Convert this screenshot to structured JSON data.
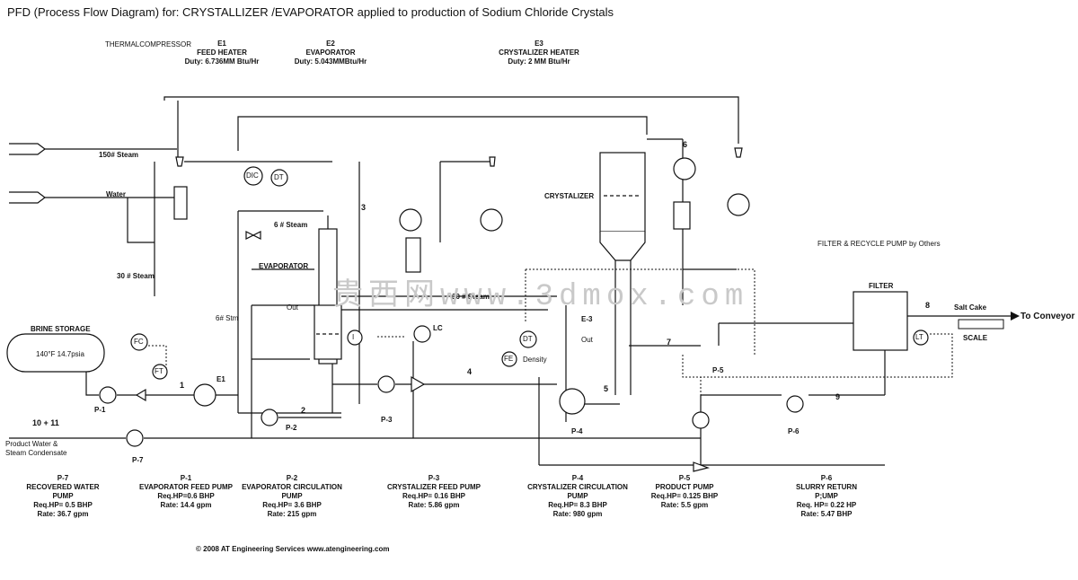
{
  "title": "PFD (Process Flow Diagram) for: CRYSTALLIZER /EVAPORATOR applied to production of Sodium Chloride Crystals",
  "headers": {
    "thermal": "THERMALCOMPRESSOR",
    "e1": {
      "tag": "E1",
      "name": "FEED HEATER",
      "duty": "Duty: 6.736MM Btu/Hr"
    },
    "e2": {
      "tag": "E2",
      "name": "EVAPORATOR",
      "duty": "Duty: 5.043MMBtu/Hr"
    },
    "e3": {
      "tag": "E3",
      "name": "CRYSTALIZER HEATER",
      "duty": "Duty: 2 MM Btu/Hr"
    }
  },
  "labels": {
    "steam150": "150# Steam",
    "water": "Water",
    "steam30": "30 # Steam",
    "steam6": "6 # Steam",
    "stm6": "6# Stm",
    "steam30b": "30 # Steam",
    "evaporator": "EVAPORATOR",
    "crystalizer": "CRYSTALIZER",
    "filter_recycle": "FILTER & RECYCLE PUMP by Others",
    "filter": "FILTER",
    "salt_cake": "Salt Cake",
    "to_conveyor": "To Conveyor",
    "scale": "SCALE",
    "brine_storage": "BRINE STORAGE",
    "brine_temp": "140°F  14.7psia",
    "product_water": "Product Water &",
    "steam_condensate": "Steam Condensate",
    "stream_10_11": "10 + 11",
    "out1": "Out",
    "out2": "Out",
    "density": "Density",
    "dic": "DIC",
    "dt1": "DT",
    "dt2": "DT",
    "fc": "FC",
    "ft": "FT",
    "lc": "LC",
    "fe": "FE",
    "lt": "LT",
    "i": "I",
    "e1_tag": "E1",
    "e3_tag": "E-3",
    "s1": "1",
    "s2": "2",
    "s3": "3",
    "s4": "4",
    "s5": "5",
    "s6": "6",
    "s7": "7",
    "s8": "8",
    "s9": "9",
    "p1": "P-1",
    "p2": "P-2",
    "p3": "P-3",
    "p4": "P-4",
    "p5": "P-5",
    "p6": "P-6",
    "p7": "P-7"
  },
  "pumps": [
    {
      "tag": "P-7",
      "name1": "RECOVERED WATER",
      "name2": "PUMP",
      "hp": "Req.HP= 0.5 BHP",
      "rate": "Rate: 36.7 gpm"
    },
    {
      "tag": "P-1",
      "name1": "EVAPORATOR FEED PUMP",
      "name2": "",
      "hp": "Req.HP=0.6 BHP",
      "rate": "Rate: 14.4 gpm"
    },
    {
      "tag": "P-2",
      "name1": "EVAPORATOR CIRCULATION",
      "name2": "PUMP",
      "hp": "Req.HP= 3.6 BHP",
      "rate": "Rate: 215 gpm"
    },
    {
      "tag": "P-3",
      "name1": "CRYSTALIZER FEED PUMP",
      "name2": "",
      "hp": "Req.HP= 0.16 BHP",
      "rate": "Rate: 5.86 gpm"
    },
    {
      "tag": "P-4",
      "name1": "CRYSTALIZER CIRCULATION",
      "name2": "PUMP",
      "hp": "Req.HP= 8.3  BHP",
      "rate": "Rate: 980 gpm"
    },
    {
      "tag": "P-5",
      "name1": "PRODUCT PUMP",
      "name2": "",
      "hp": "Req.HP= 0.125 BHP",
      "rate": "Rate: 5.5 gpm"
    },
    {
      "tag": "P-6",
      "name1": "SLURRY RETURN",
      "name2": "P;UMP",
      "hp": "Req. HP= 0.22 HP",
      "rate": "Rate: 5.47 BHP"
    }
  ],
  "footer": "© 2008 AT Engineering Services   www.atengineering.com",
  "watermark": "贵西网www.3dmox.com"
}
